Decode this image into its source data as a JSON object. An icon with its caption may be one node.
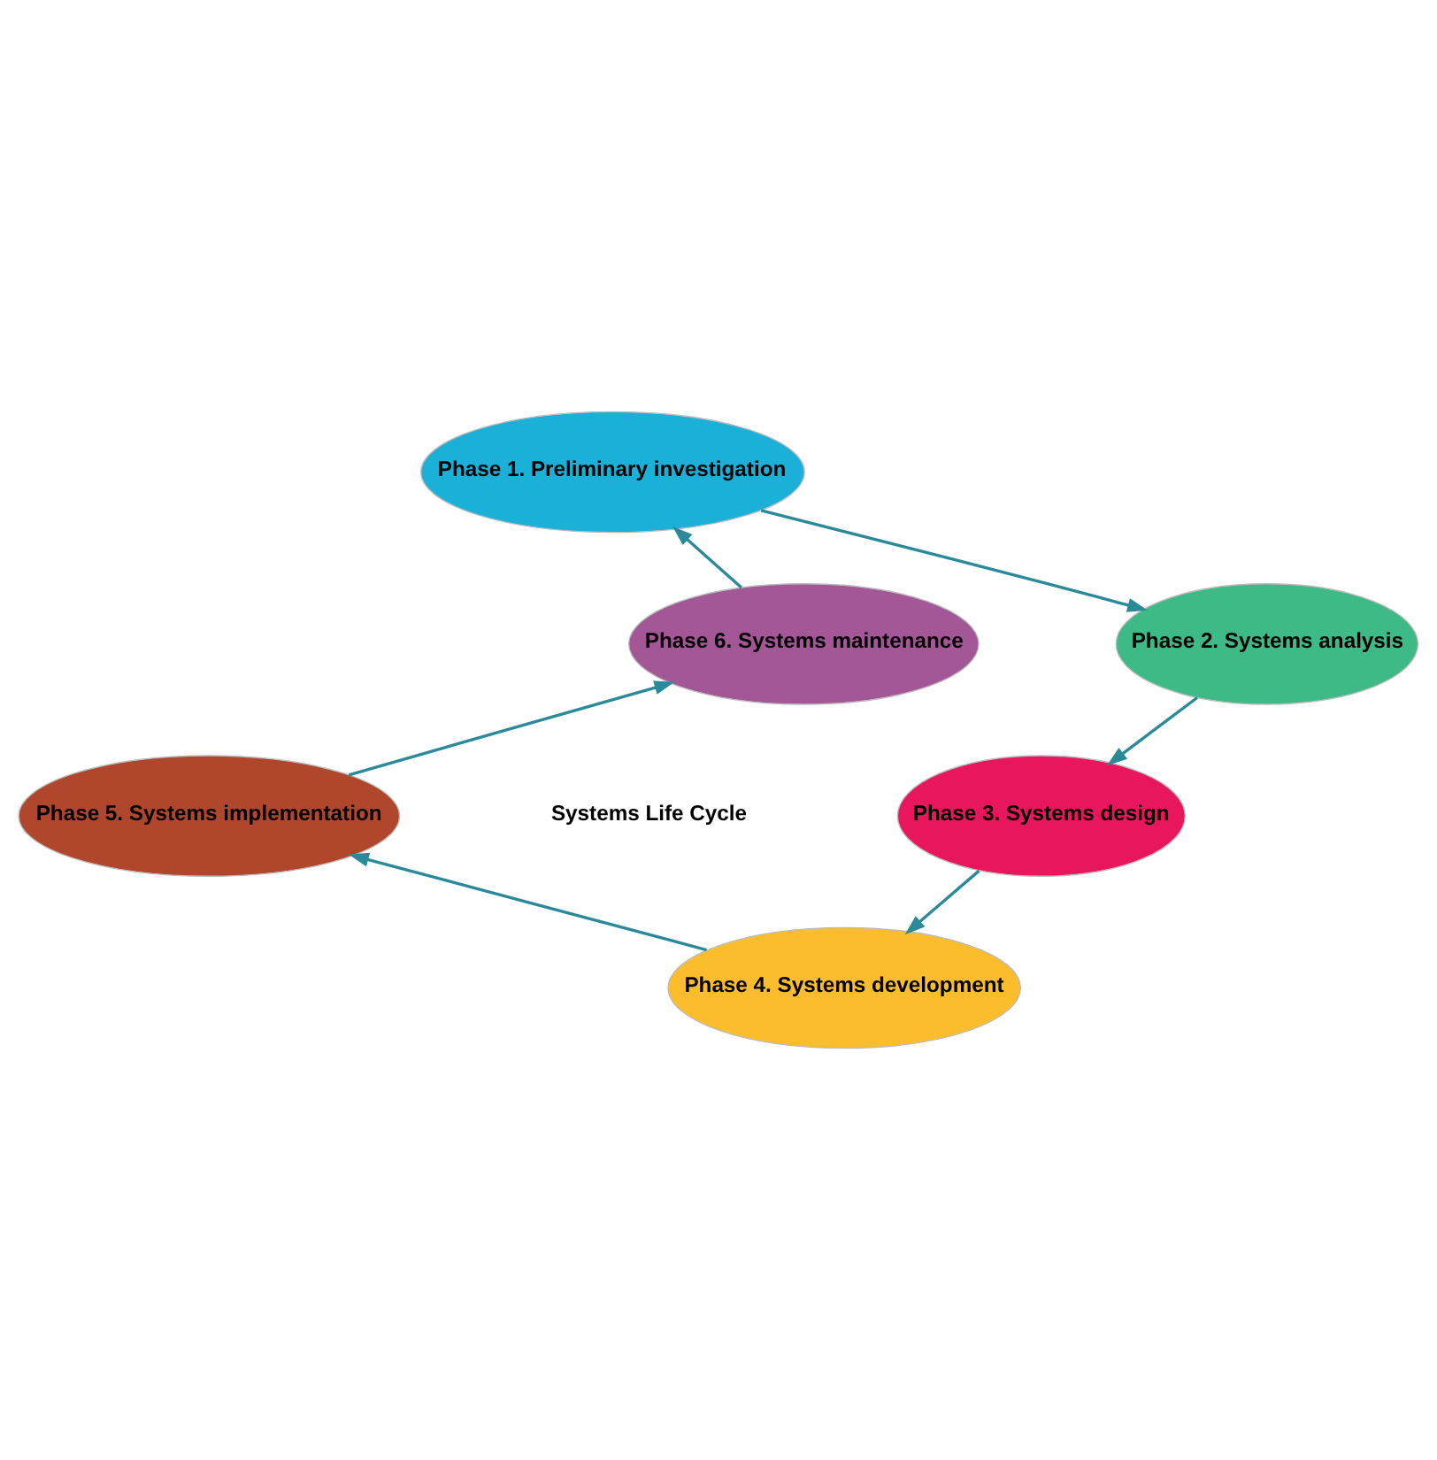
{
  "diagram": {
    "nodes": [
      {
        "text": [
          "Phase 1. Preliminary investigation"
        ]
      },
      {
        "text": [
          "Phase 2. Systems analysis"
        ]
      },
      {
        "text": [
          "Phase 3. Systems design"
        ]
      },
      {
        "text": [
          "Phase 4. Systems development"
        ]
      },
      {
        "text": [
          "Phase 5. Systems implementation"
        ]
      },
      {
        "text": [
          "Phase 6. Systems maintenance"
        ]
      }
    ],
    "edges": [
      {
        "from": 0,
        "to": 1,
        "arrow": "to"
      },
      {
        "from": 1,
        "to": 2,
        "arrow": "to"
      },
      {
        "from": 2,
        "to": 3,
        "arrow": "to"
      },
      {
        "from": 3,
        "to": 4,
        "arrow": "to"
      },
      {
        "from": 4,
        "to": 5,
        "arrow": "to"
      },
      {
        "from": 5,
        "to": 0,
        "arrow": "to"
      }
    ],
    "labels": [
      "Systems Life Cycle"
    ]
  }
}
